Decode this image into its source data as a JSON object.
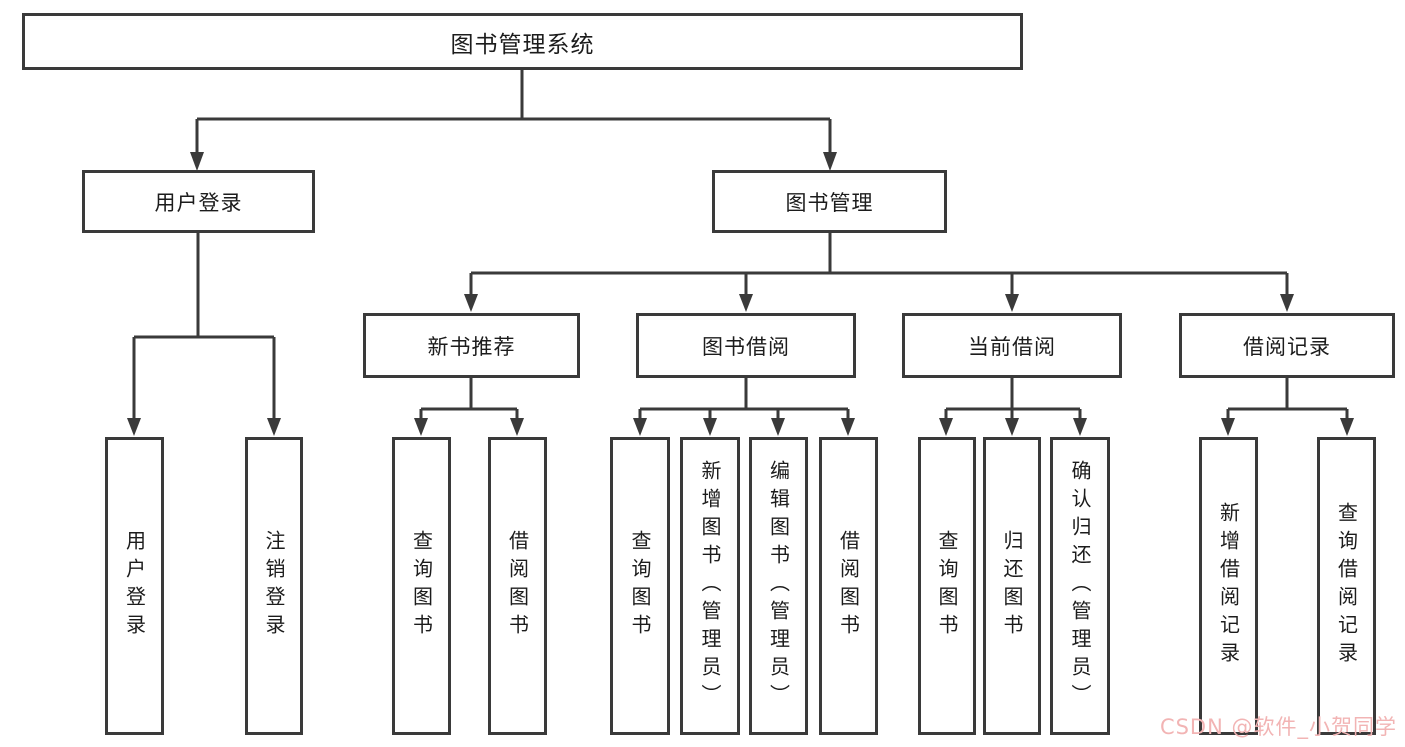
{
  "diagram_type": "hierarchy-tree",
  "nodes": {
    "root": "图书管理系统",
    "user_login": "用户登录",
    "book_management": "图书管理",
    "new_book_recommend": "新书推荐",
    "book_borrow": "图书借阅",
    "current_borrow": "当前借阅",
    "borrow_record": "借阅记录"
  },
  "leaves": {
    "user_login": [
      "用户登录",
      "注销登录"
    ],
    "new_book_recommend": [
      "查询图书",
      "借阅图书"
    ],
    "book_borrow": [
      "查询图书",
      "新增图书（管理员）",
      "编辑图书（管理员）",
      "借阅图书"
    ],
    "current_borrow": [
      "查询图书",
      "归还图书",
      "确认归还（管理员）"
    ],
    "borrow_record": [
      "新增借阅记录",
      "查询借阅记录"
    ]
  },
  "watermark": "CSDN @软件_小贺同学",
  "colors": {
    "line": "#3a3a3a",
    "box_border": "#3a3a3a",
    "box_fill": "#ffffff",
    "text": "#1c1c1c",
    "watermark": "#f2b4b4"
  }
}
